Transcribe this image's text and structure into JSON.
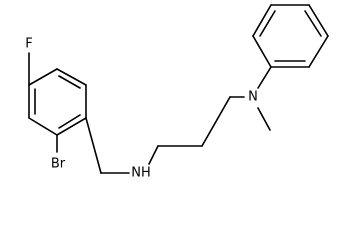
{
  "molecule": {
    "atoms": {
      "fluorine": "F",
      "bromine": "Br",
      "amine_nh": "NH",
      "amine_n": "N"
    }
  }
}
